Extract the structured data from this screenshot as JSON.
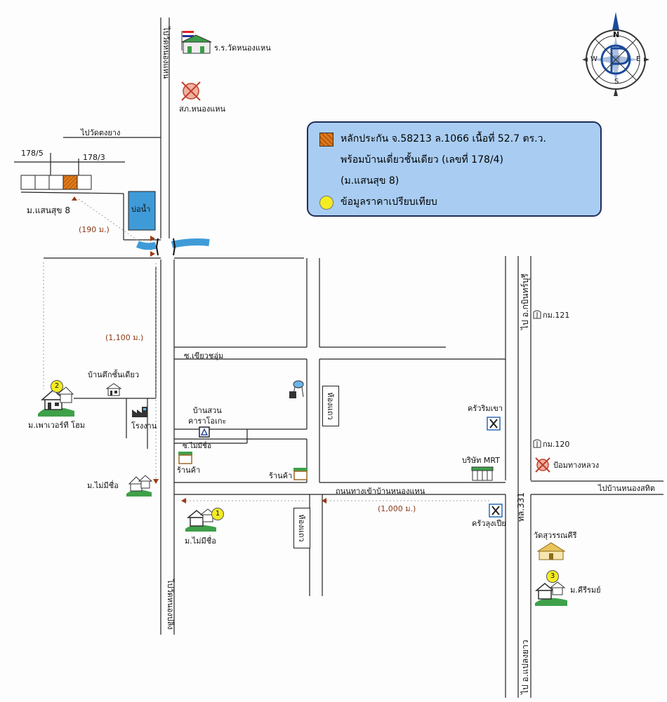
{
  "legend": {
    "line1": "หลักประกัน จ.58213 ล.1066 เนื้อที่ 52.7 ตร.ว.",
    "line2": "พร้อมบ้านเดี่ยวชั้นเดียว (เลขที่ 178/4)",
    "line3": "(ม.แสนสุข 8)",
    "line4": "ข้อมูลราคาเปรียบเทียบ"
  },
  "compass": {
    "n": "N",
    "s": "S",
    "e": "E",
    "w": "W"
  },
  "labels": {
    "school": "ร.ร.วัดหนองแหน",
    "police": "สภ.หนองแหน",
    "to_wat_tong_yang": "ไปวัดตงยาง",
    "to_wat_nong_naen": "ไปวัดหนองแหน",
    "plot_178_5": "178/5",
    "plot_178_3": "178/3",
    "m_saen_suk": "ม.แสนสุข 8",
    "pond": "บ่อน้ำ",
    "dist_190": "(190 ม.)",
    "dist_1100": "(1,100 ม.)",
    "dist_1000": "(1,000 ม.)",
    "soi_khiao_chaum": "ซ.เขียวชอุ่ม",
    "soi_mai_mee_chue": "ซ.ไม่มีชื่อ",
    "karaoke": "บ้านสวน\nคาราโอเกะ",
    "single_house": "บ้านตึกชั้นเดียว",
    "power_home": "ม.เพาเวอร์ที โฮม",
    "factory": "โรงงาน",
    "shop1": "ร้านค้า",
    "shop2": "ร้านค้า",
    "m_mai_mee_chue_top": "ม.ไม่มีชื่อ",
    "m_mai_mee_chue_bottom": "ม.ไม่มีชื่อ",
    "to_wat_nong_plueng": "ไปวัดหนองปลิง",
    "row_house_1": "ห้องแถว",
    "row_house_2": "ห้องแถว",
    "khrua_rim_khao": "ครัวริมเขา",
    "mrt_company": "บริษัท MRT",
    "road_entrance": "ถนนทางเข้าบ้านหนองแหน",
    "khrua_lung_pia": "ครัวลุงเปีย",
    "to_kabin_buri": "ไป อ.กบินทร์บุรี",
    "km121": "กม.121",
    "km120": "กม.120",
    "pom_thang_luang": "ป้อมทางหลวง",
    "to_ban_nong_sathit": "ไปบ้านหนองสทิต",
    "highway": "ทล.331",
    "wat_suwan_khiri": "วัดสุวรรณคีรี",
    "m_khiri_rom": "ม.คีรีรมย์",
    "to_plaeng_yao": "ไป อ.แปลงยาว"
  },
  "markers": {
    "m1": "1",
    "m2": "2",
    "m3": "3"
  },
  "colors": {
    "legend_bg": "#a9cdf2",
    "water": "#3f9bd8",
    "plot": "#e07b1a",
    "marker": "#f3ec23",
    "distance": "#8a3a1a"
  }
}
